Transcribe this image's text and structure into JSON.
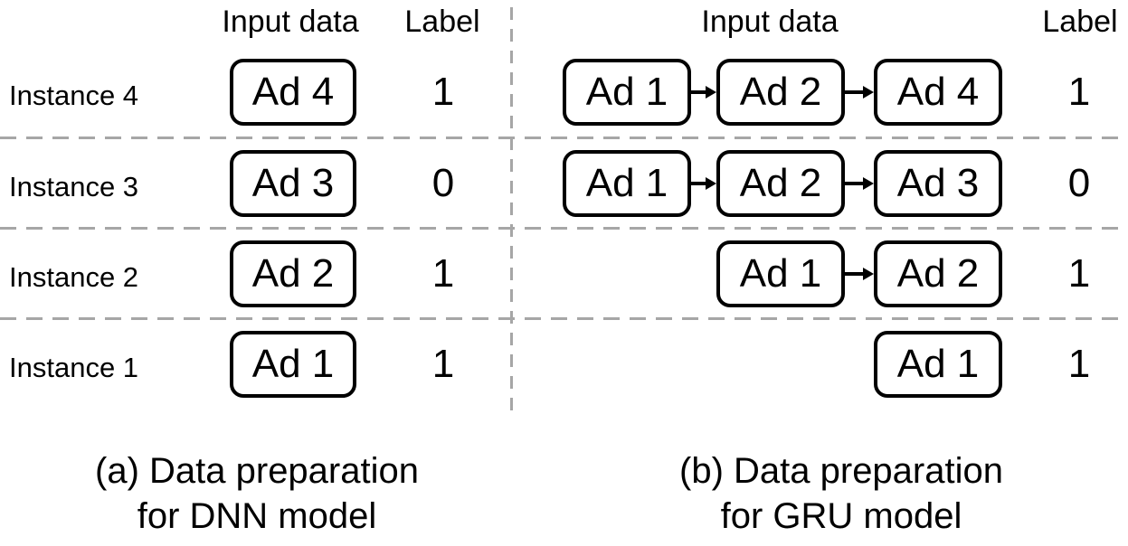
{
  "panel_a": {
    "header_input_data": "Input data",
    "header_label": "Label",
    "caption": [
      "(a) Data preparation",
      "for DNN model"
    ],
    "rows": [
      {
        "instance": "Instance 4",
        "sequence": [
          "Ad 4"
        ],
        "label": "1"
      },
      {
        "instance": "Instance 3",
        "sequence": [
          "Ad 3"
        ],
        "label": "0"
      },
      {
        "instance": "Instance 2",
        "sequence": [
          "Ad 2"
        ],
        "label": "1"
      },
      {
        "instance": "Instance 1",
        "sequence": [
          "Ad 1"
        ],
        "label": "1"
      }
    ]
  },
  "panel_b": {
    "header_input_data": "Input data",
    "header_label": "Label",
    "caption": [
      "(b) Data preparation",
      "for GRU model"
    ],
    "rows": [
      {
        "sequence": [
          "Ad 1",
          "Ad 2",
          "Ad 4"
        ],
        "label": "1"
      },
      {
        "sequence": [
          "Ad 1",
          "Ad 2",
          "Ad 3"
        ],
        "label": "0"
      },
      {
        "sequence": [
          "Ad 1",
          "Ad 2"
        ],
        "label": "1"
      },
      {
        "sequence": [
          "Ad 1"
        ],
        "label": "1"
      }
    ]
  },
  "colors": {
    "stroke": "#000000",
    "text": "#000000",
    "dashed_line": "#a6a6a6",
    "background": "#ffffff"
  }
}
